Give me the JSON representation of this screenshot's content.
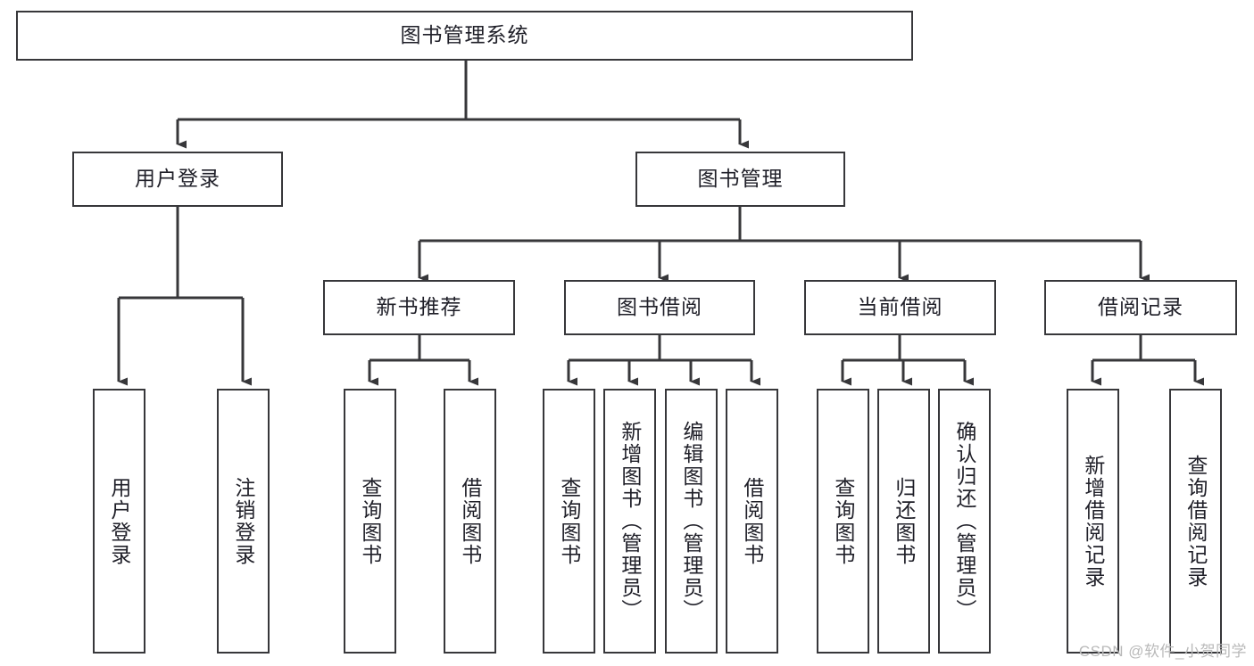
{
  "diagram": {
    "title": "图书管理系统",
    "type": "tree-hierarchy",
    "line_color": "#37373a",
    "text_color": "#1f1f28",
    "background": "#ffffff"
  },
  "root": {
    "label": "图书管理系统"
  },
  "level2": [
    {
      "id": "user-login",
      "label": "用户登录"
    },
    {
      "id": "book-management",
      "label": "图书管理"
    }
  ],
  "level3": [
    {
      "id": "new-book-recommend",
      "label": "新书推荐",
      "parent": "book-management"
    },
    {
      "id": "book-borrow",
      "label": "图书借阅",
      "parent": "book-management"
    },
    {
      "id": "current-borrow",
      "label": "当前借阅",
      "parent": "book-management"
    },
    {
      "id": "borrow-record",
      "label": "借阅记录",
      "parent": "book-management"
    }
  ],
  "leaves": {
    "user_login": [
      {
        "id": "leaf-user-login",
        "label": "用户登录"
      },
      {
        "id": "leaf-logout-login",
        "label": "注销登录"
      }
    ],
    "new_book_recommend": [
      {
        "id": "leaf-query-book-1",
        "label": "查询图书"
      },
      {
        "id": "leaf-borrow-book-1",
        "label": "借阅图书"
      }
    ],
    "book_borrow": [
      {
        "id": "leaf-query-book-2",
        "label": "查询图书"
      },
      {
        "id": "leaf-add-book",
        "label": "新增图书（管理员）"
      },
      {
        "id": "leaf-edit-book",
        "label": "编辑图书（管理员）"
      },
      {
        "id": "leaf-borrow-book-2",
        "label": "借阅图书"
      }
    ],
    "current_borrow": [
      {
        "id": "leaf-query-book-3",
        "label": "查询图书"
      },
      {
        "id": "leaf-return-book",
        "label": "归还图书"
      },
      {
        "id": "leaf-confirm-return",
        "label": "确认归还（管理员）"
      }
    ],
    "borrow_record": [
      {
        "id": "leaf-add-borrow-record",
        "label": "新增借阅记录"
      },
      {
        "id": "leaf-query-borrow-record",
        "label": "查询借阅记录"
      }
    ]
  },
  "watermark": {
    "text": "CSDN @软件_小贺同学"
  }
}
